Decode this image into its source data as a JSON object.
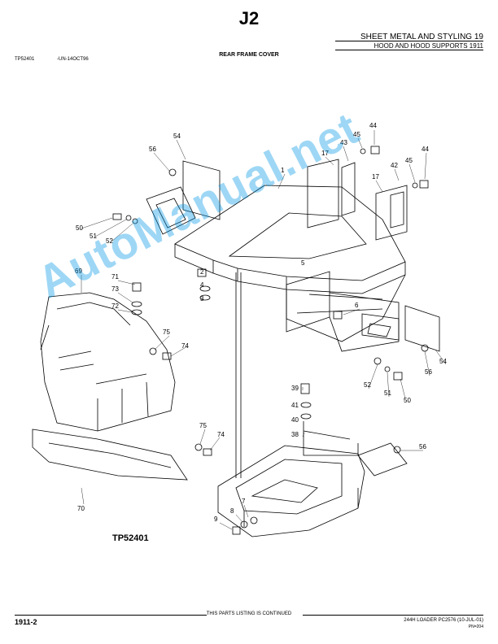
{
  "header": {
    "page_letter": "J2",
    "section_title": "SHEET METAL AND STYLING   19",
    "subsection_title": "HOOD AND HOOD SUPPORTS  1911"
  },
  "figure": {
    "title": "REAR FRAME COVER",
    "id_small": "TP52401",
    "date_code": "-UN-14OCT96",
    "label": "TP52401",
    "callouts": [
      "1",
      "2",
      "3",
      "4",
      "5",
      "6",
      "7",
      "8",
      "9",
      "17",
      "17",
      "38",
      "39",
      "40",
      "41",
      "42",
      "43",
      "44",
      "44",
      "45",
      "45",
      "50",
      "50",
      "51",
      "51",
      "52",
      "52",
      "54",
      "54",
      "56",
      "56",
      "56",
      "69",
      "70",
      "71",
      "72",
      "73",
      "74",
      "74",
      "75",
      "75"
    ]
  },
  "watermark": "AutoManual.net",
  "footer": {
    "page_number": "1911-2",
    "continued_text": "THIS PARTS LISTING IS CONTINUED",
    "model_info": "244H LOADER  PC2576   (10-JUL-01)",
    "pn": "PN=204"
  }
}
